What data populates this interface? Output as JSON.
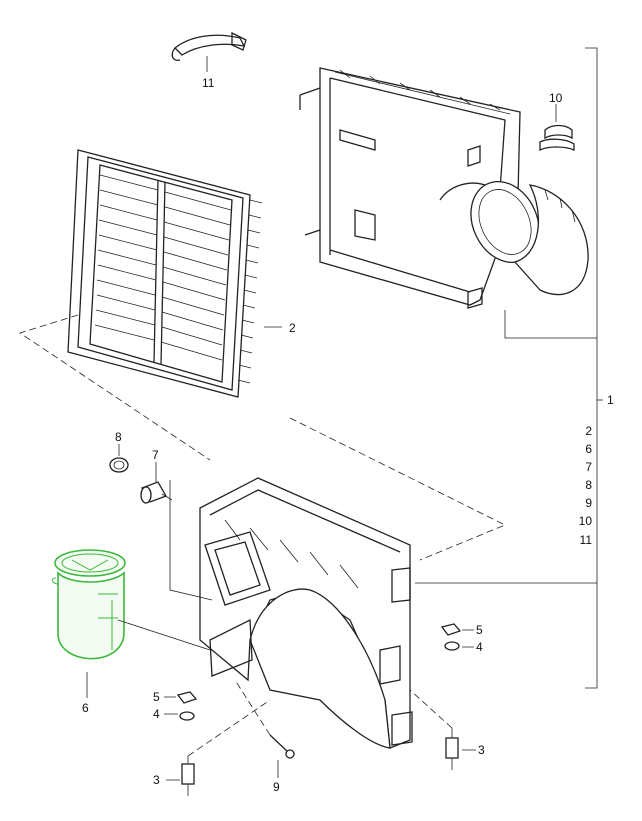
{
  "diagram": {
    "highlight_color": "#3cb83c",
    "callouts": {
      "p11_top": "11",
      "p10_top": "10",
      "p2_filter": "2",
      "p1_assembly": "1",
      "p8": "8",
      "p7": "7",
      "p6": "6",
      "p5_left": "5",
      "p4_left": "4",
      "p5_right": "5",
      "p4_right": "4",
      "p3_left": "3",
      "p3_right": "3",
      "p9": "9"
    },
    "assembly_list": [
      "2",
      "6",
      "7",
      "8",
      "9",
      "10",
      "11"
    ]
  }
}
